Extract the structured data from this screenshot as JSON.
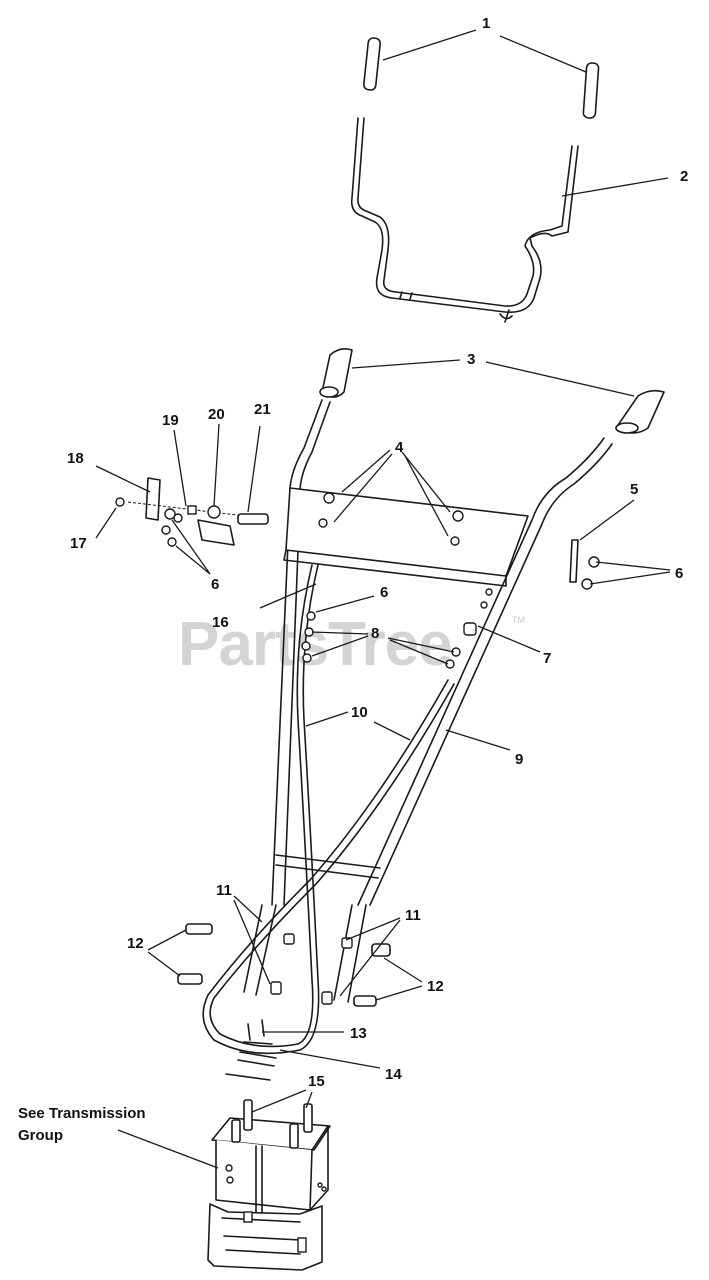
{
  "diagram": {
    "watermark": "PartsTree",
    "watermark_mark": "TM",
    "note_line1": "See Transmission",
    "note_line2": "Group",
    "callouts": {
      "c1": "1",
      "c2": "2",
      "c3": "3",
      "c4": "4",
      "c5": "5",
      "c6a": "6",
      "c6b": "6",
      "c6c": "6",
      "c7": "7",
      "c8": "8",
      "c9": "9",
      "c10": "10",
      "c11a": "11",
      "c11b": "11",
      "c12a": "12",
      "c12b": "12",
      "c13": "13",
      "c14": "14",
      "c15": "15",
      "c16": "16",
      "c17": "17",
      "c18": "18",
      "c19": "19",
      "c20": "20",
      "c21": "21"
    }
  }
}
